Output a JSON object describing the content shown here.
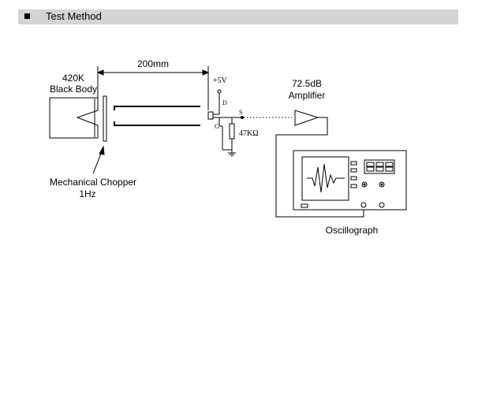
{
  "section": {
    "icon": "square-bullet-icon",
    "title": "Test Method"
  },
  "diagram": {
    "distance_label": "200mm",
    "blackbody_temp": "420K",
    "blackbody_label": "Black Body",
    "chopper_label": "Mechanical Chopper",
    "chopper_freq": "1Hz",
    "supply_label": "+5V",
    "drain_label": "D",
    "source_label": "S",
    "gate_label": "G",
    "resistor_label": "47KΩ",
    "amp_gain": "72.5dB",
    "amp_label": "Amplifier",
    "scope_label": "Oscillograph"
  }
}
